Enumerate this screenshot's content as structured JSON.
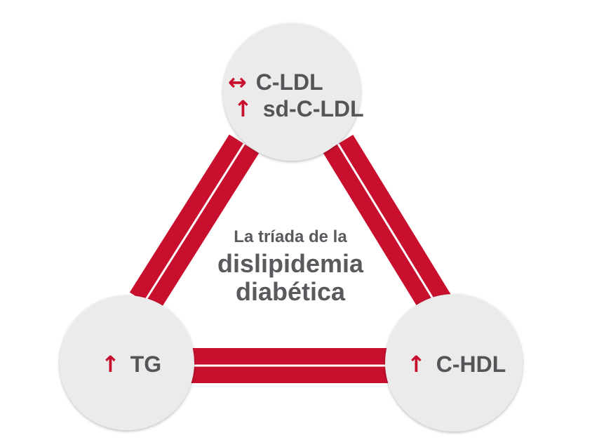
{
  "colors": {
    "accent": "#c8102e",
    "node_fill": "#ebebeb",
    "text": "#555559"
  },
  "center": {
    "line1": "La tríada de la",
    "line2": "dislipidemia",
    "line3": "diabética"
  },
  "nodes": {
    "top": {
      "row1": {
        "arrow": "↔",
        "label": "C-LDL"
      },
      "row2": {
        "arrow": "↑",
        "label": "sd-C-LDL"
      }
    },
    "left": {
      "row1": {
        "arrow": "↑",
        "label": "TG"
      }
    },
    "right": {
      "row1": {
        "arrow": "↑",
        "label": "C-HDL"
      }
    }
  }
}
